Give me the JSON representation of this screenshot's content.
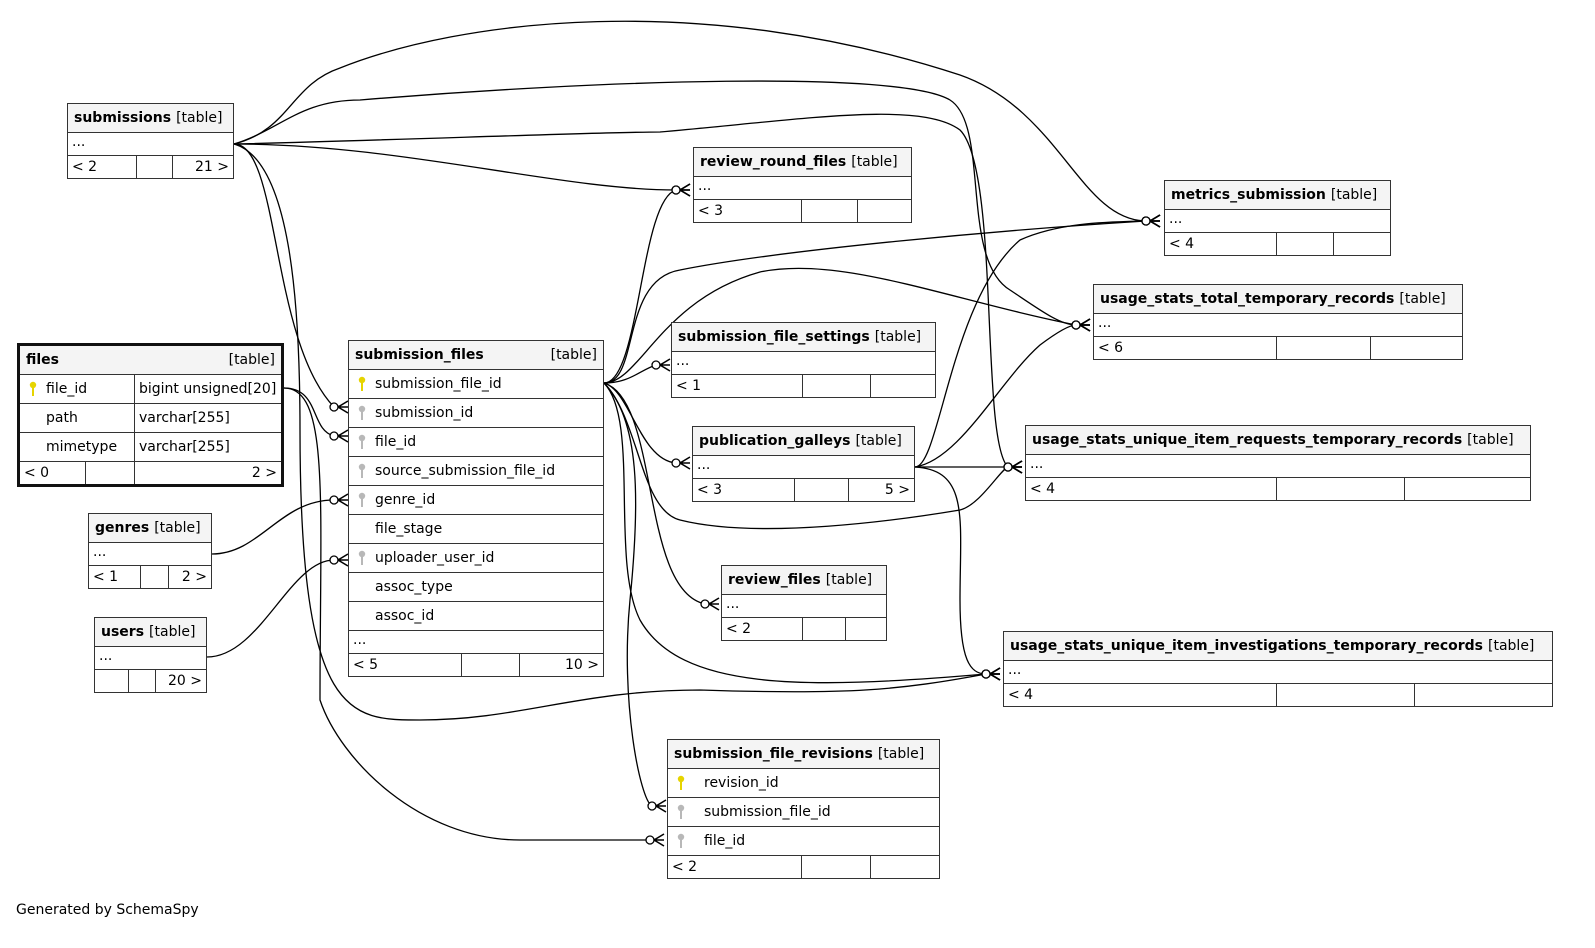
{
  "footer": "Generated by SchemaSpy",
  "type_label": "[table]",
  "ellipsis": "...",
  "colors": {
    "primary_key": "#e6d400",
    "foreign_key": "#b8b8b8",
    "header_bg": "#f4f4f4"
  },
  "tables": {
    "submissions": {
      "name": "submissions",
      "foot": [
        "< 2",
        "",
        "21 >"
      ]
    },
    "files": {
      "name": "files",
      "columns": [
        {
          "name": "file_id",
          "type": "bigint unsigned[20]",
          "key": "primary"
        },
        {
          "name": "path",
          "type": "varchar[255]",
          "key": ""
        },
        {
          "name": "mimetype",
          "type": "varchar[255]",
          "key": ""
        }
      ],
      "foot": [
        "< 0",
        "",
        "2 >"
      ]
    },
    "genres": {
      "name": "genres",
      "foot": [
        "< 1",
        "",
        "2 >"
      ]
    },
    "users": {
      "name": "users",
      "foot": [
        "",
        "",
        "20 >"
      ]
    },
    "submission_files": {
      "name": "submission_files",
      "columns": [
        {
          "name": "submission_file_id",
          "key": "primary"
        },
        {
          "name": "submission_id",
          "key": "foreign"
        },
        {
          "name": "file_id",
          "key": "foreign"
        },
        {
          "name": "source_submission_file_id",
          "key": "foreign"
        },
        {
          "name": "genre_id",
          "key": "foreign"
        },
        {
          "name": "file_stage",
          "key": ""
        },
        {
          "name": "uploader_user_id",
          "key": "foreign"
        },
        {
          "name": "assoc_type",
          "key": ""
        },
        {
          "name": "assoc_id",
          "key": ""
        }
      ],
      "foot": [
        "< 5",
        "",
        "10 >"
      ]
    },
    "review_round_files": {
      "name": "review_round_files",
      "foot": [
        "< 3",
        "",
        ""
      ]
    },
    "submission_file_settings": {
      "name": "submission_file_settings",
      "foot": [
        "< 1",
        "",
        ""
      ]
    },
    "publication_galleys": {
      "name": "publication_galleys",
      "foot": [
        "< 3",
        "",
        "5 >"
      ]
    },
    "review_files": {
      "name": "review_files",
      "foot": [
        "< 2",
        "",
        ""
      ]
    },
    "submission_file_revisions": {
      "name": "submission_file_revisions",
      "columns": [
        {
          "name": "revision_id",
          "key": "primary"
        },
        {
          "name": "submission_file_id",
          "key": "foreign"
        },
        {
          "name": "file_id",
          "key": "foreign"
        }
      ],
      "foot": [
        "< 2",
        "",
        ""
      ]
    },
    "metrics_submission": {
      "name": "metrics_submission",
      "foot": [
        "< 4",
        "",
        ""
      ]
    },
    "usage_stats_total_temporary_records": {
      "name": "usage_stats_total_temporary_records",
      "foot": [
        "< 6",
        "",
        ""
      ]
    },
    "usage_stats_unique_item_requests_temporary_records": {
      "name": "usage_stats_unique_item_requests_temporary_records",
      "foot": [
        "< 4",
        "",
        ""
      ]
    },
    "usage_stats_unique_item_investigations_temporary_records": {
      "name": "usage_stats_unique_item_investigations_temporary_records",
      "foot": [
        "< 4",
        "",
        ""
      ]
    }
  },
  "relationships": [
    {
      "from": "submissions",
      "to": "submission_files",
      "to_column": "submission_id"
    },
    {
      "from": "submissions",
      "to": "review_round_files"
    },
    {
      "from": "submissions",
      "to": "metrics_submission"
    },
    {
      "from": "submissions",
      "to": "usage_stats_total_temporary_records"
    },
    {
      "from": "submissions",
      "to": "usage_stats_unique_item_requests_temporary_records"
    },
    {
      "from": "submissions",
      "to": "usage_stats_unique_item_investigations_temporary_records"
    },
    {
      "from": "files",
      "from_column": "file_id",
      "to": "submission_files",
      "to_column": "file_id"
    },
    {
      "from": "files",
      "from_column": "file_id",
      "to": "submission_file_revisions",
      "to_column": "file_id"
    },
    {
      "from": "genres",
      "to": "submission_files",
      "to_column": "genre_id"
    },
    {
      "from": "users",
      "to": "submission_files",
      "to_column": "uploader_user_id"
    },
    {
      "from": "submission_files",
      "from_column": "submission_file_id",
      "to": "review_round_files"
    },
    {
      "from": "submission_files",
      "from_column": "submission_file_id",
      "to": "submission_file_settings"
    },
    {
      "from": "submission_files",
      "from_column": "submission_file_id",
      "to": "publication_galleys"
    },
    {
      "from": "submission_files",
      "from_column": "submission_file_id",
      "to": "review_files"
    },
    {
      "from": "submission_files",
      "from_column": "submission_file_id",
      "to": "submission_file_revisions",
      "to_column": "submission_file_id"
    },
    {
      "from": "submission_files",
      "from_column": "submission_file_id",
      "to": "metrics_submission"
    },
    {
      "from": "submission_files",
      "from_column": "submission_file_id",
      "to": "usage_stats_total_temporary_records"
    },
    {
      "from": "submission_files",
      "from_column": "submission_file_id",
      "to": "usage_stats_unique_item_requests_temporary_records"
    },
    {
      "from": "submission_files",
      "from_column": "submission_file_id",
      "to": "usage_stats_unique_item_investigations_temporary_records"
    },
    {
      "from": "publication_galleys",
      "to": "metrics_submission"
    },
    {
      "from": "publication_galleys",
      "to": "usage_stats_total_temporary_records"
    },
    {
      "from": "publication_galleys",
      "to": "usage_stats_unique_item_requests_temporary_records"
    },
    {
      "from": "publication_galleys",
      "to": "usage_stats_unique_item_investigations_temporary_records"
    }
  ]
}
